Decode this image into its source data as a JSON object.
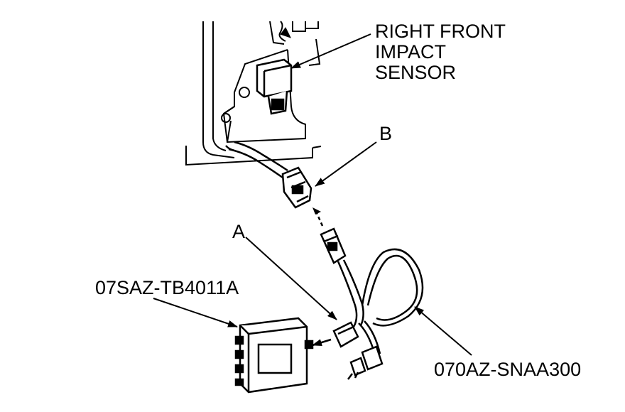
{
  "labels": {
    "sensor_line1": "RIGHT FRONT",
    "sensor_line2": "IMPACT",
    "sensor_line3": "SENSOR",
    "connector_b": "B",
    "connector_a": "A",
    "simulator_tool": "07SAZ-TB4011A",
    "test_harness": "070AZ-SNAA300"
  },
  "colors": {
    "ink": "#000000",
    "paper": "#ffffff"
  }
}
